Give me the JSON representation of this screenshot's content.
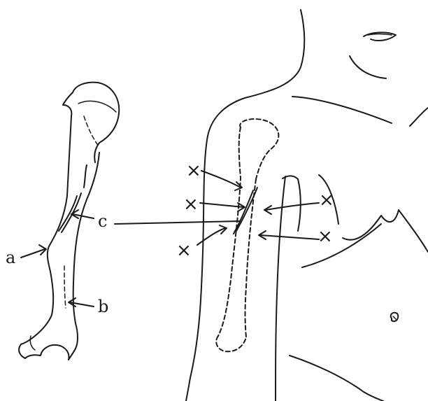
{
  "labels": {
    "a": "a",
    "b": "b",
    "c": "c"
  },
  "markers": {
    "symbol": "×",
    "count": 5
  }
}
